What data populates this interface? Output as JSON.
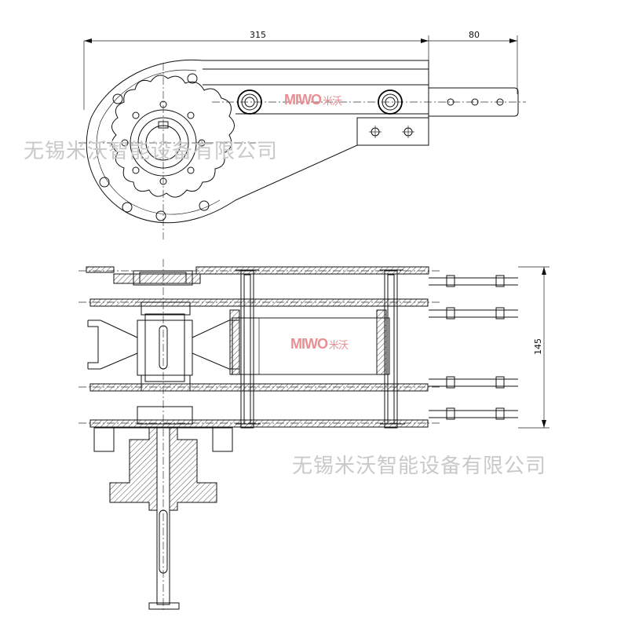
{
  "dimensions": {
    "top_length": "315",
    "top_extension": "80",
    "side_height": "145"
  },
  "watermarks": {
    "upper": "无锡米沃智能设备有限公司",
    "lower": "无锡米沃智能设备有限公司"
  },
  "logo": {
    "latin": "MIWO",
    "chinese": "米沃"
  },
  "colors": {
    "line": "#111111",
    "watermark": "#c9c9c9",
    "logo": "#e98f94"
  }
}
